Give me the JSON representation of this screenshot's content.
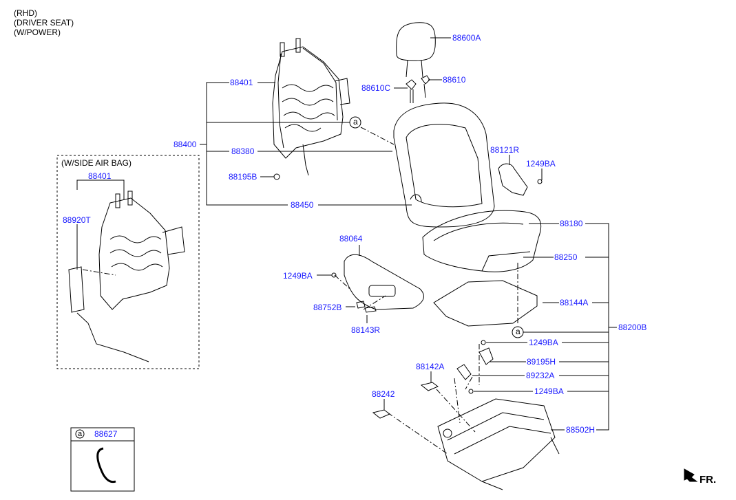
{
  "notes": {
    "rhd": "(RHD)",
    "driver_seat": "(DRIVER SEAT)",
    "power": "(W/POWER)",
    "side_airbag": "(W/SIDE AIR BAG)"
  },
  "labels": {
    "p88600A": "88600A",
    "p88610C": "88610C",
    "p88610": "88610",
    "p88401": "88401",
    "p88400": "88400",
    "p88380": "88380",
    "p88195B": "88195B",
    "p88450": "88450",
    "p88401b": "88401",
    "p88920T": "88920T",
    "p88121R": "88121R",
    "p1249BA_a": "1249BA",
    "p88180": "88180",
    "p88250": "88250",
    "p88064": "88064",
    "p1249BA_b": "1249BA",
    "p88752B": "88752B",
    "p88143R": "88143R",
    "p88144A": "88144A",
    "p88200B": "88200B",
    "p1249BA_c": "1249BA",
    "p89195H": "89195H",
    "p88142A": "88142A",
    "p89232A": "89232A",
    "p1249BA_d": "1249BA",
    "p88242": "88242",
    "p88502H": "88502H",
    "legend_part": "88627"
  },
  "callout_letter": "a",
  "direction": "FR.",
  "colors": {
    "label": "#1a1aff",
    "line": "#000000"
  }
}
